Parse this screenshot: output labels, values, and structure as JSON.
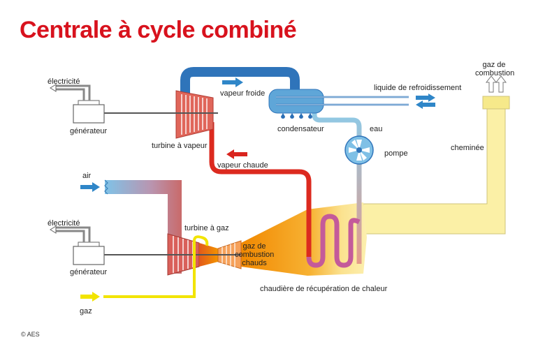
{
  "title": "Centrale à cycle combiné",
  "labels": {
    "electricite_top": "électricité",
    "generateur_top": "générateur",
    "turbine_vapeur": "turbine à vapeur",
    "vapeur_froide": "vapeur froide",
    "vapeur_chaude": "vapeur chaude",
    "condensateur": "condensateur",
    "liquide_refroidissement": "liquide de refroidissement",
    "eau": "eau",
    "pompe": "pompe",
    "gaz_combustion_top_1": "gaz de",
    "gaz_combustion_top_2": "combustion",
    "cheminee": "cheminée",
    "air": "air",
    "electricite_bottom": "électricité",
    "generateur_bottom": "générateur",
    "turbine_gaz": "turbine à gaz",
    "gaz_chauds_1": "gaz de",
    "gaz_chauds_2": "combustion",
    "gaz_chauds_3": "chauds",
    "chaudiere": "chaudière de récupération de chaleur",
    "gaz": "gaz"
  },
  "copyright": "© AES",
  "colors": {
    "title": "#d8121d",
    "cold_pipe": "#2b6fb5",
    "hot_pipe": "#d9241e",
    "boiler": "#f28c00",
    "chimney": "#fbf2a8",
    "gas_line": "#f4e600",
    "water_pipe": "#8cc8e8"
  }
}
